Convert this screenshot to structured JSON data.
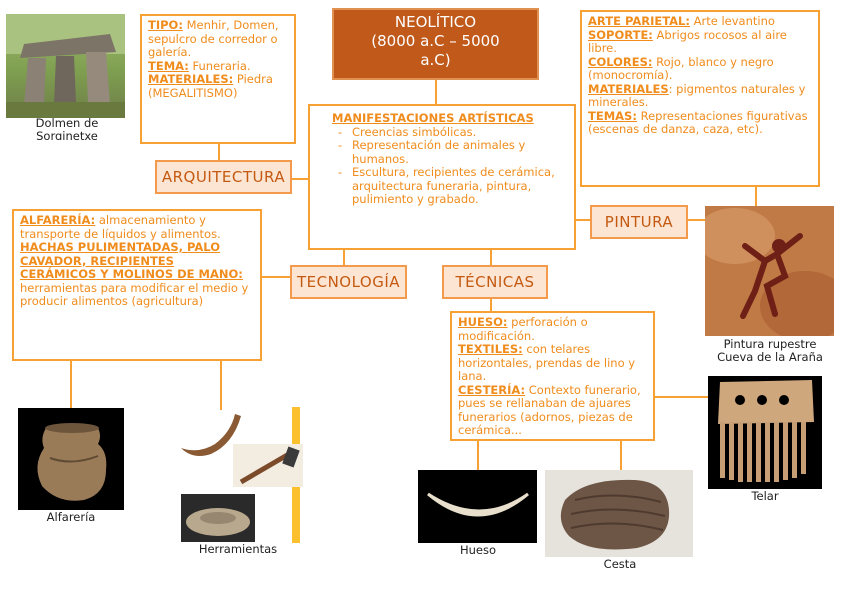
{
  "title": {
    "line1": "NEOLÍTICO",
    "line2": "(8000 a.C – 5000",
    "line3": "a.C)"
  },
  "arquitectura": {
    "label": "ARQUITECTURA",
    "tipo_head": "TIPO:",
    "tipo_text": " Menhir, Domen, sepulcro de corredor o galería.",
    "tema_head": "TEMA:",
    "tema_text": " Funeraria.",
    "mat_head": "MATERIALES:",
    "mat_text": " Piedra (MEGALITISMO)",
    "image_caption": "Dolmen de Sorginetxe"
  },
  "manifestaciones": {
    "head": "MANIFESTACIONES ARTÍSTICAS",
    "items": [
      "Creencias simbólicas.",
      "Representación de animales y humanos.",
      "Escultura, recipientes de cerámica, arquitectura funeraria, pintura, pulimiento y grabado."
    ]
  },
  "pintura": {
    "label": "PINTURA",
    "arte_head": "ARTE PARIETAL:",
    "arte_text": " Arte levantino",
    "soporte_head": "SOPORTE:",
    "soporte_text": " Abrigos rocosos al aire libre.",
    "colores_head": "COLORES:",
    "colores_text": "  Rojo, blanco y negro (monocromía).",
    "mat_head": "MATERIALES",
    "mat_text": ": pigmentos naturales y minerales.",
    "temas_head": "TEMAS:",
    "temas_text": " Representaciones figurativas (escenas de danza, caza, etc).",
    "image_caption_1": "Pintura rupestre",
    "image_caption_2": "Cueva de la Araña"
  },
  "tecnologia": {
    "label": "TECNOLOGÍA",
    "alf_head": "ALFARERÍA:",
    "alf_text": "  almacenamiento y transporte de líquidos y alimentos.",
    "hachas_head": "HACHAS PULIMENTADAS, PALO CAVADOR, RECIPIENTES CERÁMICOS Y MOLINOS DE MANO:",
    "hachas_text": " herramientas para modificar el medio y producir alimentos (agricultura)",
    "caption_alfareria": "Alfarería",
    "caption_herramientas": "Herramientas"
  },
  "tecnicas": {
    "label": "TÉCNICAS",
    "hueso_head": "HUESO:",
    "hueso_text": " perforación o modificación.",
    "textiles_head": "TEXTILES:",
    "textiles_text": " con telares horizontales, prendas de lino y lana.",
    "cesteria_head": "CESTERÍA:",
    "cesteria_text": " Contexto funerario, pues se rellanaban de ajuares funerarios (adornos, piezas de cerámica...",
    "caption_hueso": "Hueso",
    "caption_cesta": "Cesta",
    "caption_telar": "Telar"
  },
  "colors": {
    "accent": "#f7a135",
    "text": "#f08c1c",
    "title_bg": "#c0591a",
    "label_bg": "#fde5d4"
  }
}
